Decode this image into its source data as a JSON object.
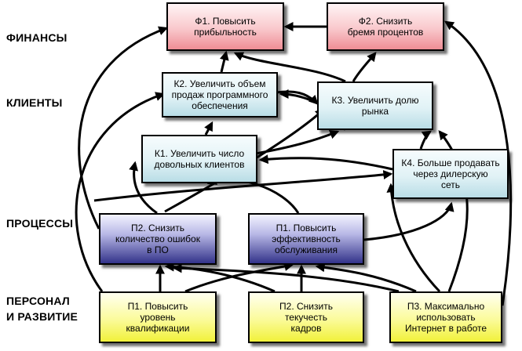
{
  "lanes": {
    "finance": "ФИНАНСЫ",
    "clients": "КЛИЕНТЫ",
    "processes": "ПРОЦЕССЫ",
    "staff_line1": "ПЕРСОНАЛ",
    "staff_line2": "И РАЗВИТИЕ"
  },
  "boxes": {
    "f1": "Ф1. Повысить\nприбыльность",
    "f2": "Ф2. Снизить\nбремя процентов",
    "k2": "К2. Увеличить объем\nпродаж программного\nобеспечения",
    "k3": "К3. Увеличить долю\nрынка",
    "k1": "К1. Увеличить число\nдовольных клиентов",
    "k4": "К4. Больше продавать\nчерез дилерскую\nсеть",
    "p2": "П2. Снизить\nколичество ошибок\nв ПО",
    "p1": "П1. Повысить\nэффективность\nобслуживания",
    "s1": "П1. Повысить\nуровень\nквалификации",
    "s2": "П2. Снизить\nтекучесть\nкадров",
    "s3": "П3. Максимально\nиспользовать\nИнтернет в работе"
  }
}
